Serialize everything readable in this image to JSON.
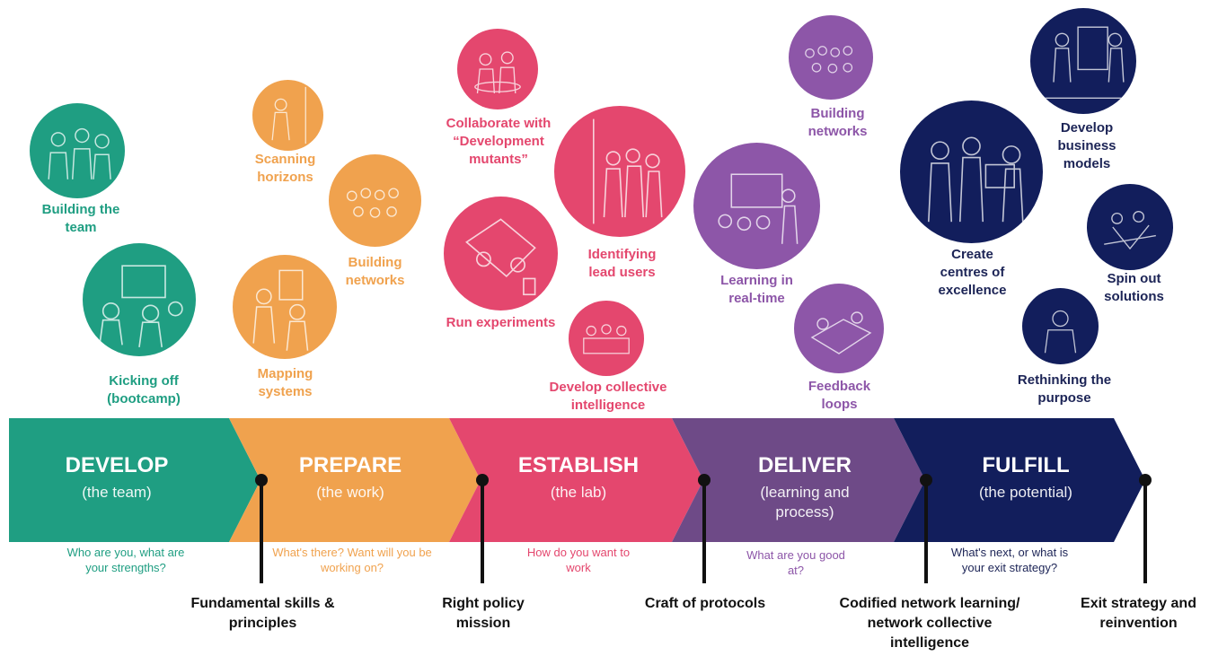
{
  "colors": {
    "develop": "#1f9e82",
    "prepare": "#f0a24e",
    "establish": "#e4476e",
    "deliver": "#6e4a87",
    "fulfill": "#121e5c",
    "milestone": "#111111"
  },
  "phases": [
    {
      "title": "DEVELOP",
      "subtitle": "(the team)",
      "question": "Who are you, what are\nyour strengths?"
    },
    {
      "title": "PREPARE",
      "subtitle": "(the work)",
      "question": "What's there? Want will you be\nworking on?"
    },
    {
      "title": "ESTABLISH",
      "subtitle": "(the lab)",
      "question": "How do you want to\nwork"
    },
    {
      "title": "DELIVER",
      "subtitle": "(learning and\nprocess)",
      "question": "What are you good\nat?"
    },
    {
      "title": "FULFILL",
      "subtitle": "(the potential)",
      "question": "What's next, or what is\nyour exit strategy?"
    }
  ],
  "milestones": [
    {
      "label": "Fundamental skills &\nprinciples"
    },
    {
      "label": "Right policy\nmission"
    },
    {
      "label": "Craft of protocols"
    },
    {
      "label": "Codified network learning/\nnetwork collective\nintelligence"
    },
    {
      "label": "Exit strategy and\nreinvention"
    }
  ],
  "activities": {
    "develop": [
      "Building the\nteam",
      "Kicking off\n(bootcamp)"
    ],
    "prepare": [
      "Scanning\nhorizons",
      "Building\nnetworks",
      "Mapping\nsystems"
    ],
    "establish": [
      "Collaborate with\n“Development\nmutants”",
      "Identifying\nlead users",
      "Run experiments",
      "Develop collective\nintelligence"
    ],
    "deliver": [
      "Building\nnetworks",
      "Learning in\nreal-time",
      "Feedback\nloops"
    ],
    "fulfill": [
      "Develop\nbusiness\nmodels",
      "Create\ncentres of\nexcellence",
      "Spin out\nsolutions",
      "Rethinking the\npurpose"
    ]
  }
}
